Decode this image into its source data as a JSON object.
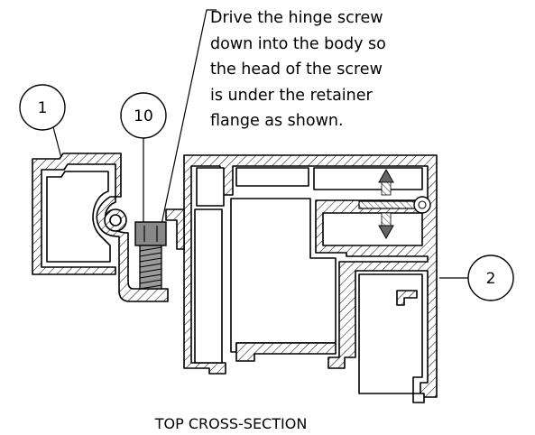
{
  "note": {
    "lines": [
      "Drive the hinge screw",
      "down into the body so",
      "the head of the screw",
      "is under the retainer",
      "flange as shown."
    ]
  },
  "callouts": {
    "part_1": "1",
    "part_10": "10",
    "part_2": "2"
  },
  "caption": "TOP CROSS-SECTION",
  "colors": {
    "line": "#000000",
    "background": "#ffffff",
    "hatch": "#000000"
  }
}
